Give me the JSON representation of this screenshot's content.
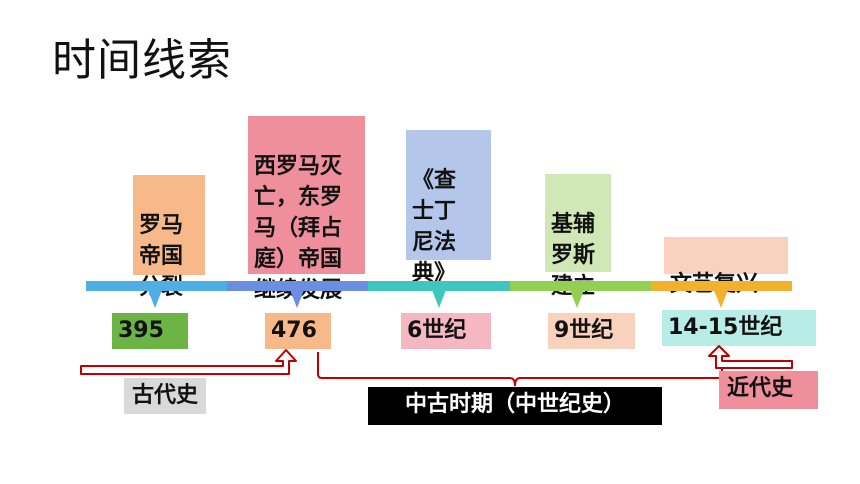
{
  "title": "时间线索",
  "events": [
    {
      "label": "罗马\n帝国\n分裂",
      "color": "#f7b98a"
    },
    {
      "label": "西罗马灭\n亡，东罗\n马（拜占\n庭）帝国\n继续发展",
      "color": "#ef8f9c"
    },
    {
      "label": "《查\n士丁\n尼法\n典》",
      "color": "#b4c6ea"
    },
    {
      "label": "基辅\n罗斯\n建立",
      "color": "#cfe8b5"
    },
    {
      "label": "文艺复兴",
      "color": "#f9d2bd"
    }
  ],
  "dates": [
    {
      "label": "395",
      "color": "#6cb544"
    },
    {
      "label": "476",
      "color": "#f7b98a"
    },
    {
      "label": "6世纪",
      "color": "#f5b8c2"
    },
    {
      "label": "9世纪",
      "color": "#f9d2bd"
    },
    {
      "label": "14-15世纪",
      "color": "#b8ece6"
    }
  ],
  "timeline_colors": [
    "#4faee3",
    "#6a8fe0",
    "#3fc7bf",
    "#93cf52",
    "#f2b12c"
  ],
  "periods": {
    "ancient": {
      "label": "古代史",
      "bg": "#d9d9d9",
      "fg": "#111111"
    },
    "medieval": {
      "label": "中古时期（中世纪史）",
      "bg": "#000000",
      "fg": "#ffffff"
    },
    "modern": {
      "label": "近代史",
      "bg": "#ef8f9c",
      "fg": "#111111"
    }
  },
  "bracket_color": "#c00000"
}
